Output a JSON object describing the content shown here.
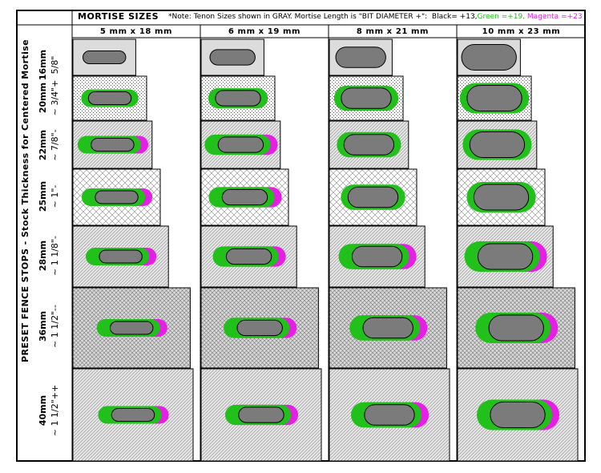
{
  "header": {
    "title": "MORTISE SIZES",
    "note_prefix": "*Note: Tenon Sizes shown in GRAY. Mortise Length is \"BIT DIAMETER +\":",
    "note_black": "Black= +13,",
    "note_green": "Green =+19,",
    "note_magenta": "Magenta =+23"
  },
  "colors": {
    "gray_tenon": "#7b7b7b",
    "green": "#22c01a",
    "magenta": "#e61ee6",
    "stock_fill": "#dcdcdc"
  },
  "side_label": "PRESET FENCE STOPS - Stock Thickness for Centered Mortise",
  "columns": [
    {
      "label": "5 mm x 18 mm",
      "bit_mm": 5,
      "tenon_mm": 18
    },
    {
      "label": "6 mm x 19 mm",
      "bit_mm": 6,
      "tenon_mm": 19
    },
    {
      "label": "8 mm x 21 mm",
      "bit_mm": 8,
      "tenon_mm": 21
    },
    {
      "label": "10 mm x 23 mm",
      "bit_mm": 10,
      "tenon_mm": 23
    }
  ],
  "rows": [
    {
      "metric": "16mm",
      "imperial": "5/8\"",
      "pattern": "plain",
      "mortises": [
        "black",
        "black",
        "black",
        "black"
      ]
    },
    {
      "metric": "20mm",
      "imperial": "~ 3/4\"+",
      "pattern": "dots",
      "mortises": [
        "green",
        "green",
        "green",
        "green"
      ]
    },
    {
      "metric": "22mm",
      "imperial": "~ 7/8\"-",
      "pattern": "hatch",
      "mortises": [
        "magenta",
        "magenta",
        "green",
        "green"
      ]
    },
    {
      "metric": "25mm",
      "imperial": "~ 1\"-",
      "pattern": "cross",
      "mortises": [
        "magenta",
        "magenta",
        "green",
        "green"
      ]
    },
    {
      "metric": "28mm",
      "imperial": "~ 1 1/8\"-",
      "pattern": "hatch",
      "mortises": [
        "magenta",
        "magenta",
        "magenta",
        "magenta"
      ]
    },
    {
      "metric": "36mm",
      "imperial": "~ 1 1/2\"--",
      "pattern": "crossfine",
      "mortises": [
        "magenta",
        "magenta",
        "magenta",
        "magenta"
      ]
    },
    {
      "metric": "40mm",
      "imperial": "~ 1 1/2\"++",
      "pattern": "hatch",
      "mortises": [
        "magenta",
        "magenta",
        "magenta",
        "magenta"
      ]
    }
  ]
}
